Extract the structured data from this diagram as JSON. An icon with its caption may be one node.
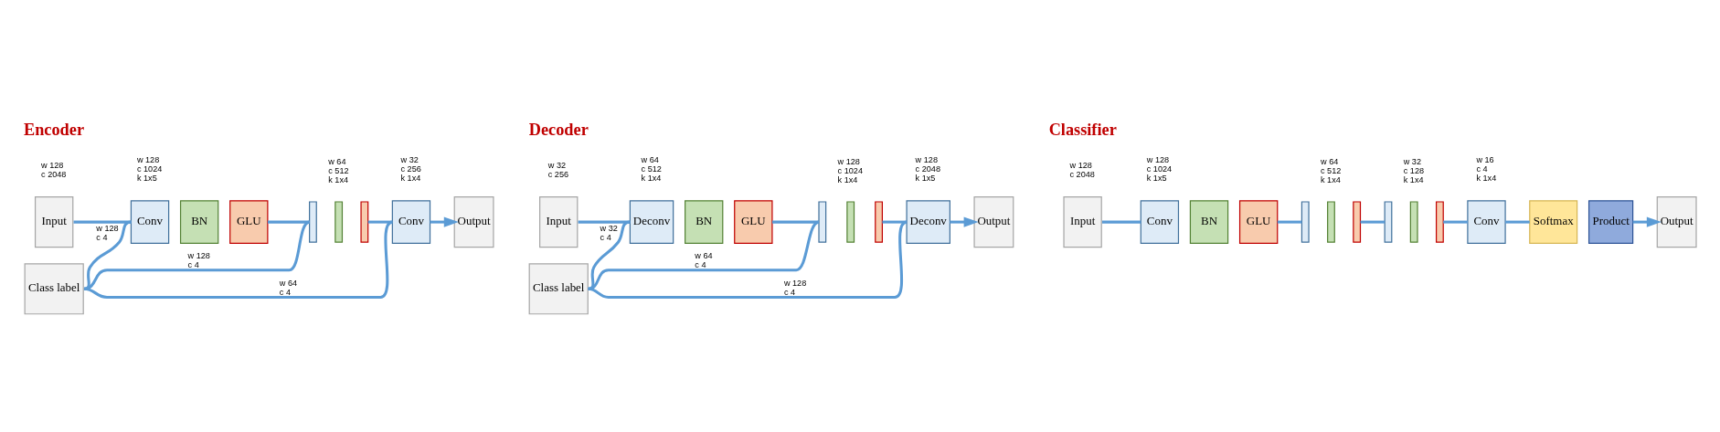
{
  "diagram": {
    "nodes": [
      {
        "text": [
          "Input"
        ],
        "beside": [
          "w 128 c 2048"
        ]
      },
      {
        "text": [
          "Conv"
        ],
        "beside": [
          "w 128 c 1024 k 1x5"
        ]
      },
      {
        "text": [
          "BN"
        ]
      },
      {
        "text": [
          "GLU"
        ]
      },
      {
        "text": [],
        "shape": "bar"
      },
      {
        "text": [],
        "shape": "bar",
        "beside": [
          "w 64 c 512 k 1x4"
        ]
      },
      {
        "text": [],
        "shape": "bar"
      },
      {
        "text": [
          "Conv"
        ],
        "beside": [
          "w 32 c 256 k 1x4"
        ]
      },
      {
        "text": [
          "Output"
        ]
      },
      {
        "text": [
          "Class label"
        ]
      },
      {
        "text": [
          "Input"
        ],
        "beside": [
          "w 32 c 256"
        ]
      },
      {
        "text": [
          "Deconv"
        ],
        "beside": [
          "w 64 c 512 k 1x4"
        ]
      },
      {
        "text": [
          "BN"
        ]
      },
      {
        "text": [
          "GLU"
        ]
      },
      {
        "text": [],
        "shape": "bar"
      },
      {
        "text": [],
        "shape": "bar",
        "beside": [
          "w 128 c 1024 k 1x4"
        ]
      },
      {
        "text": [],
        "shape": "bar"
      },
      {
        "text": [
          "Deconv"
        ],
        "beside": [
          "w 128 c 2048 k 1x5"
        ]
      },
      {
        "text": [
          "Output"
        ]
      },
      {
        "text": [
          "Class label"
        ]
      },
      {
        "text": [
          "Input"
        ],
        "beside": [
          "w 128 c 2048"
        ]
      },
      {
        "text": [
          "Conv"
        ],
        "beside": [
          "w 128 c 1024 k 1x5"
        ]
      },
      {
        "text": [
          "BN"
        ]
      },
      {
        "text": [
          "GLU"
        ]
      },
      {
        "text": [],
        "shape": "bar"
      },
      {
        "text": [],
        "shape": "bar",
        "beside": [
          "w 64 c 512 k 1x4"
        ]
      },
      {
        "text": [],
        "shape": "bar"
      },
      {
        "text": [],
        "shape": "bar"
      },
      {
        "text": [],
        "shape": "bar",
        "beside": [
          "w 32 c 128 k 1x4"
        ]
      },
      {
        "text": [],
        "shape": "bar"
      },
      {
        "text": [
          "Conv"
        ],
        "beside": [
          "w 16 c 4 k 1x4"
        ]
      },
      {
        "text": [
          "Softmax"
        ]
      },
      {
        "text": [
          "Product"
        ]
      },
      {
        "text": [
          "Output"
        ]
      }
    ],
    "edges": [
      {
        "from": 0,
        "to": 1,
        "arrow": "none"
      },
      {
        "from": 3,
        "to": 4,
        "arrow": "none"
      },
      {
        "from": 6,
        "to": 7,
        "arrow": "none"
      },
      {
        "from": 7,
        "to": 8,
        "arrow": "to"
      },
      {
        "from": 9,
        "to": 1,
        "arrow": "none",
        "label": "w 128 c 4"
      },
      {
        "from": 9,
        "to": 4,
        "arrow": "none",
        "label": "w 128 c 4"
      },
      {
        "from": 9,
        "to": 7,
        "arrow": "none",
        "label": "w 64 c 4"
      },
      {
        "from": 10,
        "to": 11,
        "arrow": "none"
      },
      {
        "from": 13,
        "to": 14,
        "arrow": "none"
      },
      {
        "from": 16,
        "to": 17,
        "arrow": "none"
      },
      {
        "from": 17,
        "to": 18,
        "arrow": "to"
      },
      {
        "from": 19,
        "to": 11,
        "arrow": "none",
        "label": "w 32 c 4"
      },
      {
        "from": 19,
        "to": 14,
        "arrow": "none",
        "label": "w 64 c 4"
      },
      {
        "from": 19,
        "to": 17,
        "arrow": "none",
        "label": "w 128 c 4"
      },
      {
        "from": 20,
        "to": 21,
        "arrow": "none"
      },
      {
        "from": 23,
        "to": 24,
        "arrow": "none"
      },
      {
        "from": 26,
        "to": 27,
        "arrow": "none"
      },
      {
        "from": 29,
        "to": 30,
        "arrow": "none"
      },
      {
        "from": 30,
        "to": 31,
        "arrow": "none"
      },
      {
        "from": 32,
        "to": 33,
        "arrow": "to"
      }
    ],
    "labels": [
      "Encoder",
      "Decoder",
      "Classifier"
    ]
  }
}
